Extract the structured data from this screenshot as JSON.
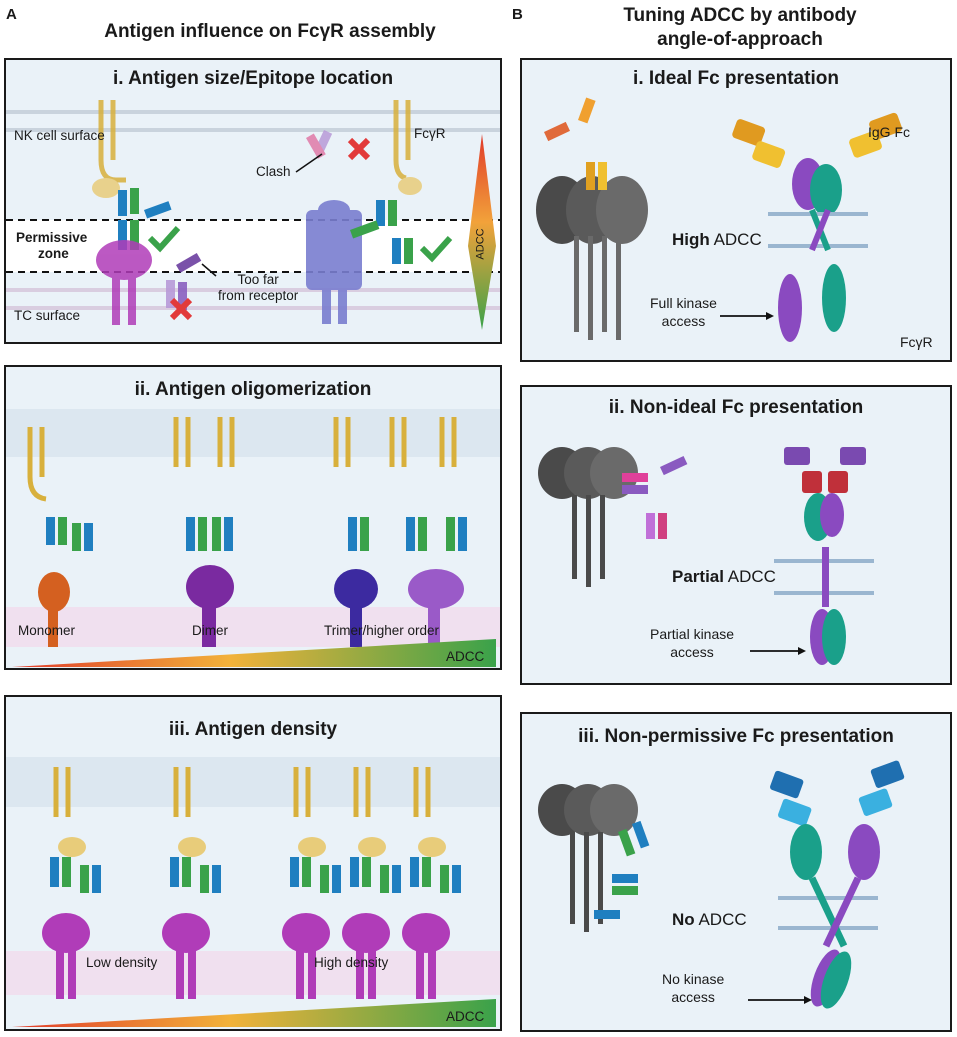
{
  "panelA": {
    "letter": "A",
    "title": "Antigen influence on FcγR assembly",
    "box1": {
      "title": "i. Antigen size/Epitope location",
      "nk_label": "NK cell surface",
      "fcgr_label": "FcγR",
      "clash_label": "Clash",
      "permissive_label_1": "Permissive",
      "permissive_label_2": "zone",
      "too_far_1": "Too far",
      "too_far_2": "from receptor",
      "tc_label": "TC surface",
      "adcc_label": "ADCC"
    },
    "box2": {
      "title": "ii. Antigen oligomerization",
      "monomer": "Monomer",
      "dimer": "Dimer",
      "trimer": "Trimer/higher order",
      "adcc_label": "ADCC"
    },
    "box3": {
      "title": "iii. Antigen density",
      "low": "Low density",
      "high": "High density",
      "adcc_label": "ADCC"
    }
  },
  "panelB": {
    "letter": "B",
    "title_line1": "Tuning ADCC by antibody",
    "title_line2": "angle-of-approach",
    "box1": {
      "title": "i. Ideal Fc presentation",
      "igg_label": "IgG Fc",
      "adcc_bold": "High",
      "adcc_rest": " ADCC",
      "kinase_1": "Full kinase",
      "kinase_2": "access",
      "fcgr_label": "FcγR"
    },
    "box2": {
      "title": "ii. Non-ideal Fc presentation",
      "adcc_bold": "Partial",
      "adcc_rest": " ADCC",
      "kinase_1": "Partial kinase",
      "kinase_2": "access"
    },
    "box3": {
      "title": "iii. Non-permissive Fc presentation",
      "adcc_bold": "No",
      "adcc_rest": " ADCC",
      "kinase_1": "No kinase",
      "kinase_2": "access"
    }
  },
  "colors": {
    "box_bg": "#eaf2f8",
    "fcgr_gold": "#d8b03c",
    "ab_blue": "#1f7fc0",
    "ab_green": "#3aa24a",
    "antigen_magenta": "#b03cb8",
    "check_green": "#3aa24a",
    "cross_red": "#e23a3a",
    "receptor_grey": "#6a6a6a",
    "purple": "#7a4ab0",
    "teal": "#1a9a8a"
  }
}
